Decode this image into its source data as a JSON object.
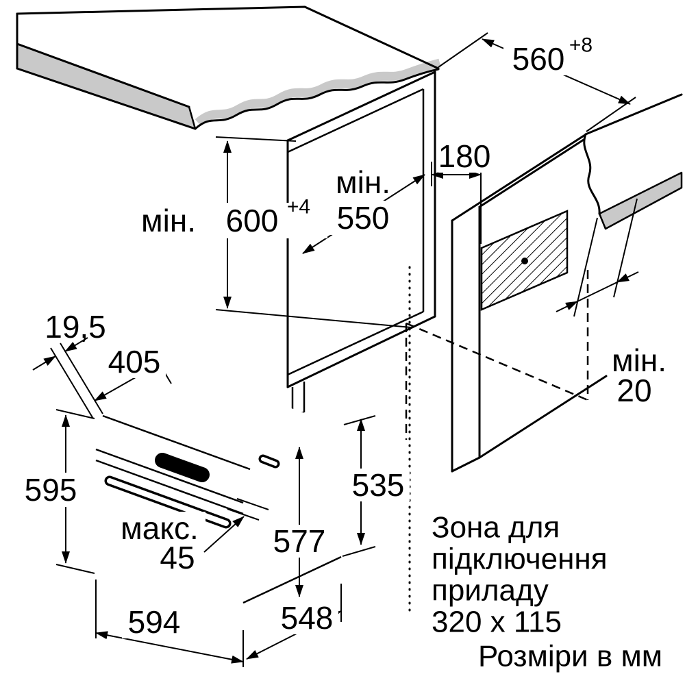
{
  "colors": {
    "line": "#000000",
    "edge_band": "#c9c9c9",
    "background": "#ffffff"
  },
  "dimensions": {
    "niche_width": {
      "value": "560",
      "sup": "+8"
    },
    "niche_height": {
      "min": "мін.",
      "value": "600",
      "sup": "+4"
    },
    "niche_depth": {
      "min": "мін.",
      "value": "550"
    },
    "socket_offset": {
      "value": "180"
    },
    "rear_gap": {
      "min": "мін.",
      "value": "20"
    },
    "front_strip": {
      "value": "19,5"
    },
    "top_depth": {
      "value": "405"
    },
    "oven_height": {
      "value": "595"
    },
    "rear_height": {
      "value": "535"
    },
    "body_depth": {
      "value": "577"
    },
    "handle_clearance": {
      "max": "макс.",
      "value": "45"
    },
    "oven_width": {
      "value": "594"
    },
    "oven_depth": {
      "value": "548"
    }
  },
  "notes": {
    "connection_zone": {
      "line1": "Зона для",
      "line2": "підключення",
      "line3": "приладу",
      "line4": "320 x 115"
    },
    "units": "Розміри в мм"
  }
}
